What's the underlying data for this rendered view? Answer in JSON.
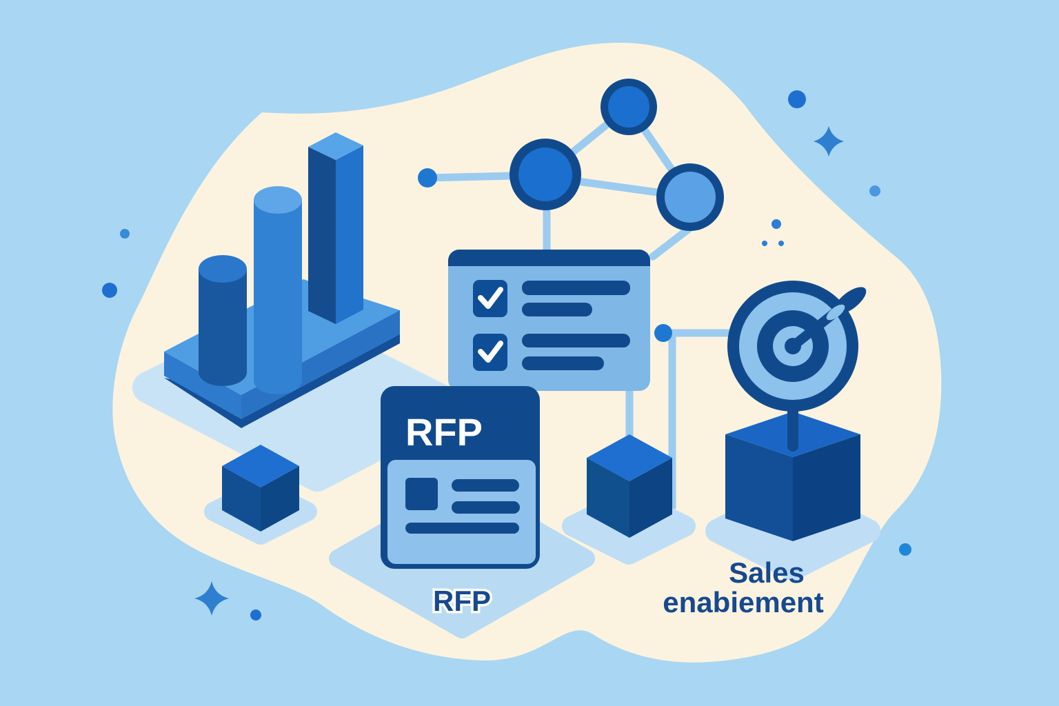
{
  "figure": {
    "type": "flat-illustration",
    "topic": "RFP / sales enablement concept art",
    "background_color": "#a9d6f2",
    "blob_color": "#fbf3e0",
    "palette": {
      "navy": "#114a8c",
      "deep_navy": "#0c4283",
      "primary_blue": "#1e6fd0",
      "mid_blue": "#3585d6",
      "sky_blue": "#85bce9",
      "pale_panel_blue": "#8ec2ec",
      "connector_blue": "#9ccbf0",
      "shadow_blue": "#c3e0f4",
      "text_navy": "#17498f",
      "white": "#ffffff"
    },
    "labels": {
      "document_title": "RFP",
      "document_caption": "RFP",
      "caption_line1": "Sales",
      "caption_line2": "enabiement"
    },
    "objects": [
      "bar-chart-icon",
      "network-nodes-icon",
      "checklist-card-icon",
      "rfp-document-icon",
      "small-cube-icon",
      "middle-cube-icon",
      "target-dart-icon",
      "sparkle-icon",
      "dot-accents"
    ]
  }
}
